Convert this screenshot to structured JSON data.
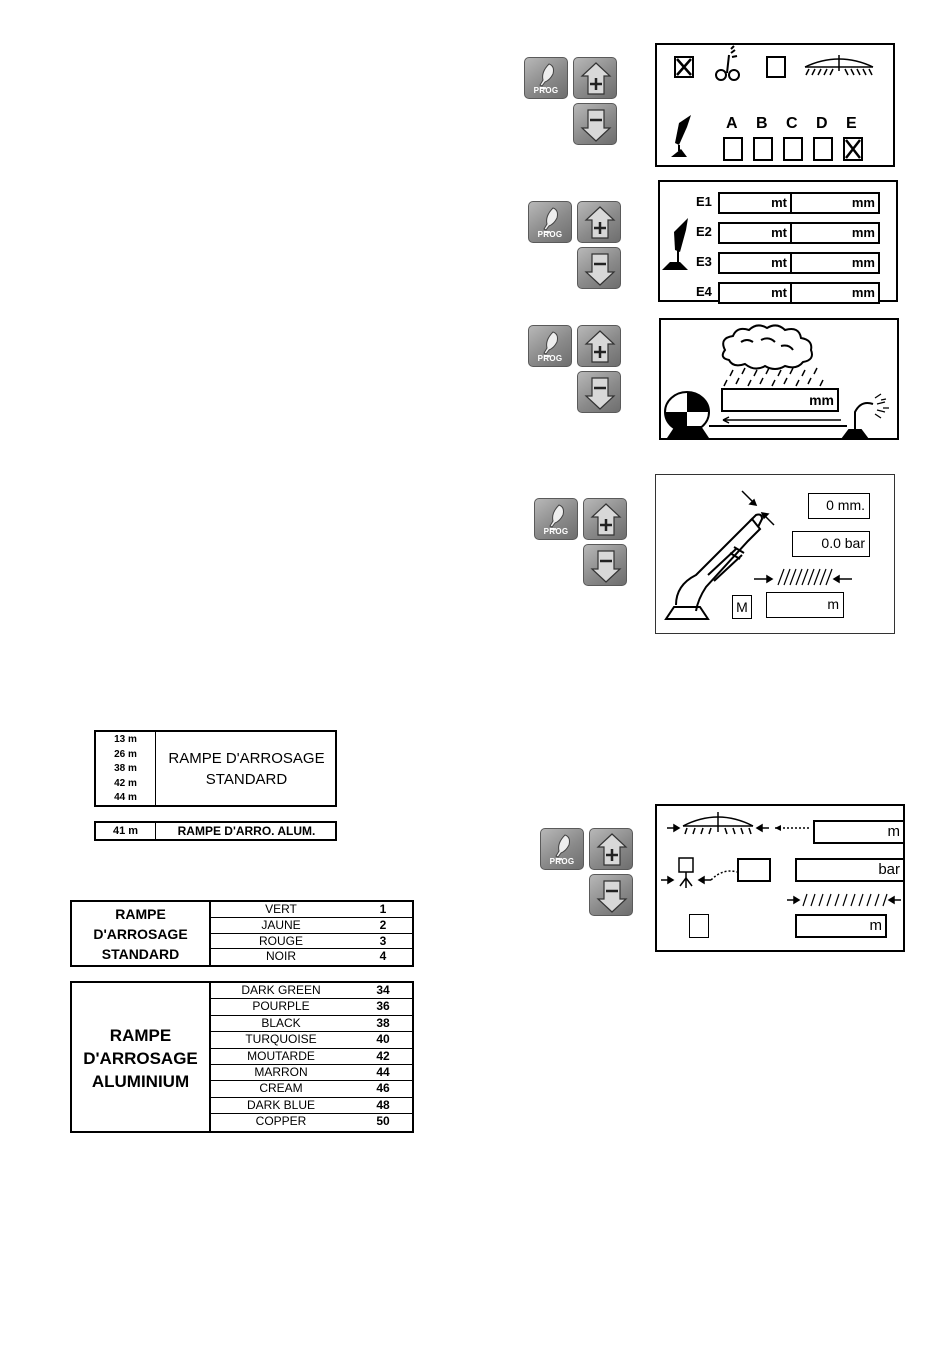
{
  "keypad": {
    "prog_label": "PROG",
    "prog_icon": "nozzle-icon",
    "plus_icon": "plus-arrow-icon",
    "minus_icon": "minus-arrow-icon"
  },
  "screen1": {
    "sector_labels": [
      "A",
      "B",
      "C",
      "D",
      "E"
    ],
    "sector_checked": [
      false,
      false,
      false,
      false,
      true
    ],
    "gun_checked": true,
    "boom_checked": false
  },
  "screen2": {
    "rows": [
      {
        "label": "E1",
        "unit1": "mt",
        "unit2": "mm"
      },
      {
        "label": "E2",
        "unit1": "mt",
        "unit2": "mm"
      },
      {
        "label": "E3",
        "unit1": "mt",
        "unit2": "mm"
      },
      {
        "label": "E4",
        "unit1": "mt",
        "unit2": "mm"
      }
    ]
  },
  "screen3": {
    "unit": "mm"
  },
  "screen4": {
    "depth_value": "0 mm.",
    "pressure_value": "0.0 bar",
    "mode_label": "M",
    "width_unit": "m"
  },
  "screen5": {
    "boom_unit": "m",
    "pressure_unit": "bar",
    "width_unit": "m"
  },
  "std_boom_table": {
    "lengths": [
      "13 m",
      "26 m",
      "38 m",
      "42 m",
      "44 m"
    ],
    "label_line1": "RAMPE D'ARROSAGE",
    "label_line2": "STANDARD"
  },
  "alu_boom_table": {
    "length": "41 m",
    "label": "RAMPE D'ARRO. ALUM."
  },
  "std_color_table": {
    "label_lines": [
      "RAMPE",
      "D'ARROSAGE",
      "STANDARD"
    ],
    "rows": [
      {
        "name": "VERT",
        "code": "1"
      },
      {
        "name": "JAUNE",
        "code": "2"
      },
      {
        "name": "ROUGE",
        "code": "3"
      },
      {
        "name": "NOIR",
        "code": "4"
      }
    ]
  },
  "alu_color_table": {
    "label_lines": [
      "RAMPE",
      "D'ARROSAGE",
      "ALUMINIUM"
    ],
    "rows": [
      {
        "name": "DARK GREEN",
        "code": "34"
      },
      {
        "name": "POURPLE",
        "code": "36"
      },
      {
        "name": "BLACK",
        "code": "38"
      },
      {
        "name": "TURQUOISE",
        "code": "40"
      },
      {
        "name": "MOUTARDE",
        "code": "42"
      },
      {
        "name": "MARRON",
        "code": "44"
      },
      {
        "name": "CREAM",
        "code": "46"
      },
      {
        "name": "DARK BLUE",
        "code": "48"
      },
      {
        "name": "COPPER",
        "code": "50"
      }
    ]
  }
}
